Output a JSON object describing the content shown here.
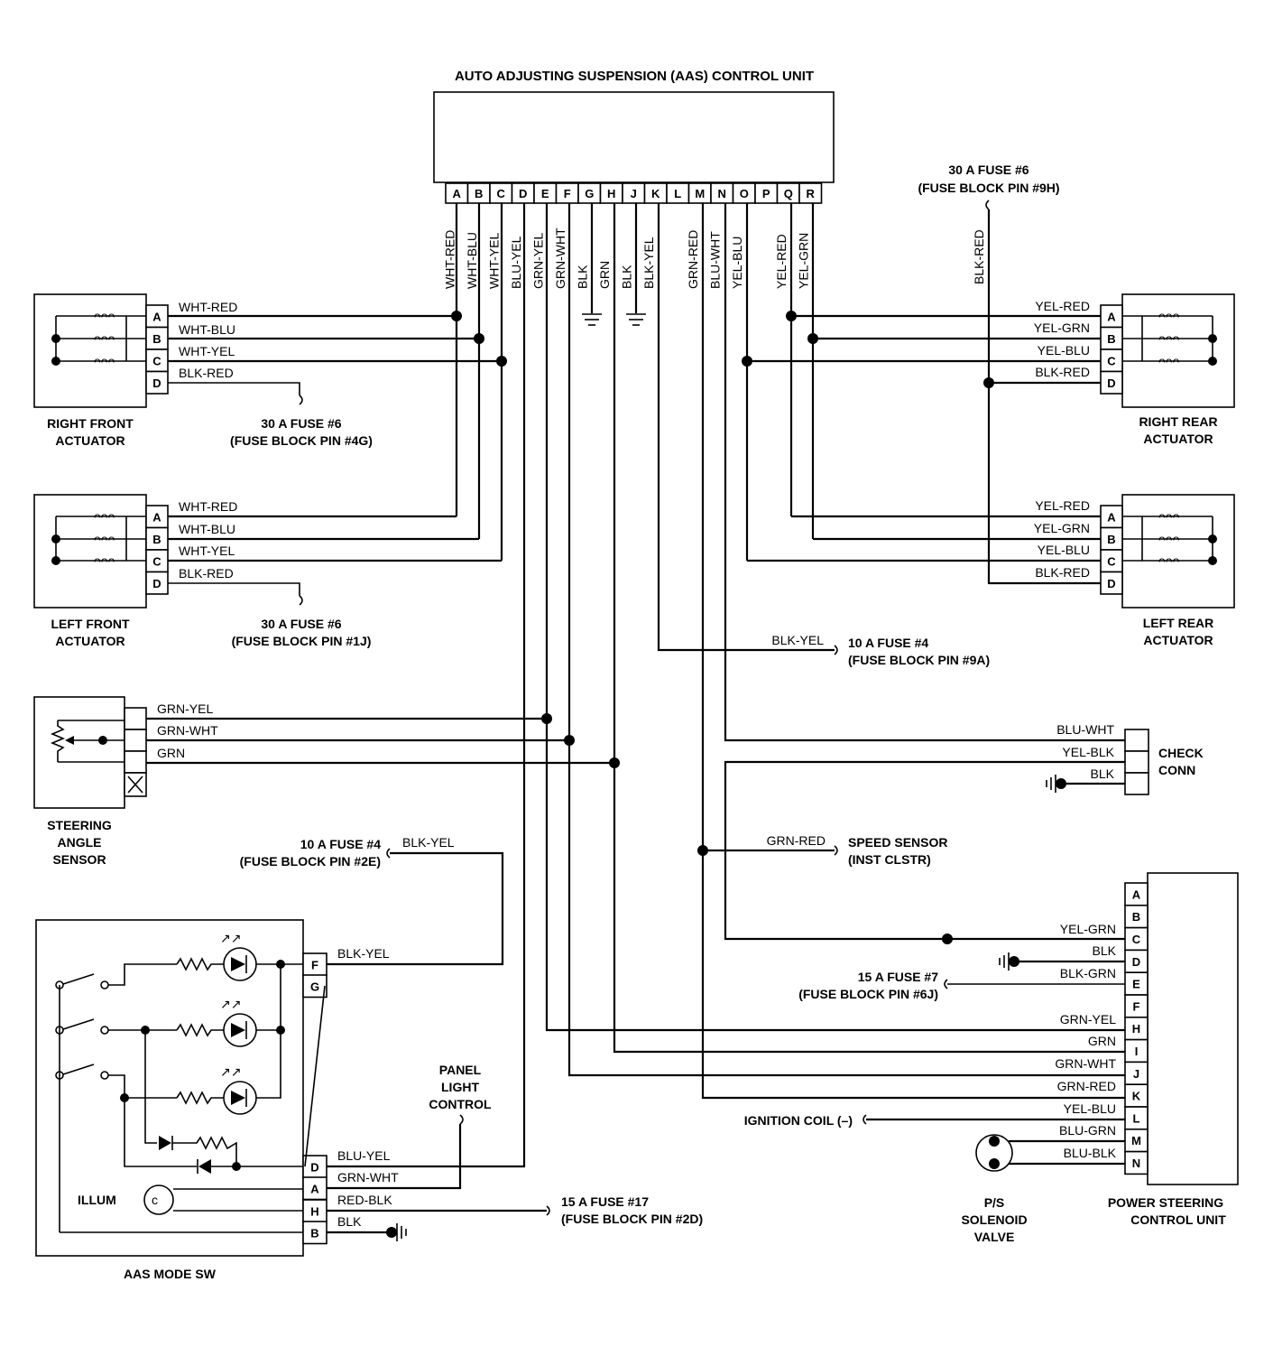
{
  "control_unit": {
    "title": "AUTO ADJUSTING SUSPENSION (AAS) CONTROL UNIT",
    "pins": [
      "A",
      "B",
      "C",
      "D",
      "E",
      "F",
      "G",
      "H",
      "J",
      "K",
      "L",
      "M",
      "N",
      "O",
      "P",
      "Q",
      "R"
    ],
    "wires": [
      {
        "pin": "A",
        "color": "WHT-RED"
      },
      {
        "pin": "B",
        "color": "WHT-BLU"
      },
      {
        "pin": "C",
        "color": "WHT-YEL"
      },
      {
        "pin": "D",
        "color": "BLU-YEL"
      },
      {
        "pin": "E",
        "color": "GRN-YEL"
      },
      {
        "pin": "F",
        "color": "GRN-WHT"
      },
      {
        "pin": "G",
        "color": "BLK"
      },
      {
        "pin": "H",
        "color": "GRN"
      },
      {
        "pin": "J",
        "color": "BLK"
      },
      {
        "pin": "K",
        "color": "BLK-YEL"
      },
      {
        "pin": "L",
        "color": ""
      },
      {
        "pin": "M",
        "color": "GRN-RED"
      },
      {
        "pin": "N",
        "color": "BLU-WHT"
      },
      {
        "pin": "O",
        "color": "YEL-BLU"
      },
      {
        "pin": "P",
        "color": ""
      },
      {
        "pin": "Q",
        "color": "YEL-RED"
      },
      {
        "pin": "R",
        "color": "YEL-GRN"
      }
    ]
  },
  "fuse_top_right": {
    "line1": "30 A FUSE #6",
    "line2": "(FUSE BLOCK PIN #9H)",
    "wire": "BLK-RED"
  },
  "right_front": {
    "name1": "RIGHT FRONT",
    "name2": "ACTUATOR",
    "pins": [
      "A",
      "B",
      "C",
      "D"
    ],
    "wires": [
      "WHT-RED",
      "WHT-BLU",
      "WHT-YEL",
      "BLK-RED"
    ],
    "fuse1": "30 A FUSE #6",
    "fuse2": "(FUSE BLOCK PIN #4G)"
  },
  "left_front": {
    "name1": "LEFT FRONT",
    "name2": "ACTUATOR",
    "pins": [
      "A",
      "B",
      "C",
      "D"
    ],
    "wires": [
      "WHT-RED",
      "WHT-BLU",
      "WHT-YEL",
      "BLK-RED"
    ],
    "fuse1": "30 A FUSE #6",
    "fuse2": "(FUSE BLOCK PIN #1J)"
  },
  "right_rear": {
    "name1": "RIGHT REAR",
    "name2": "ACTUATOR",
    "pins": [
      "A",
      "B",
      "C",
      "D"
    ],
    "wires": [
      "YEL-RED",
      "YEL-GRN",
      "YEL-BLU",
      "BLK-RED"
    ]
  },
  "left_rear": {
    "name1": "LEFT REAR",
    "name2": "ACTUATOR",
    "pins": [
      "A",
      "B",
      "C",
      "D"
    ],
    "wires": [
      "YEL-RED",
      "YEL-GRN",
      "YEL-BLU",
      "BLK-RED"
    ]
  },
  "fuse_k": {
    "wire": "BLK-YEL",
    "line1": "10 A FUSE #4",
    "line2": "(FUSE BLOCK PIN #9A)"
  },
  "steering_sensor": {
    "name1": "STEERING",
    "name2": "ANGLE",
    "name3": "SENSOR",
    "wires": [
      "GRN-YEL",
      "GRN-WHT",
      "GRN"
    ]
  },
  "check_conn": {
    "name1": "CHECK",
    "name2": "CONN",
    "wires": [
      "BLU-WHT",
      "YEL-BLK",
      "BLK"
    ]
  },
  "fuse_mode": {
    "line1": "10 A FUSE #4",
    "line2": "(FUSE BLOCK PIN #2E)",
    "wire": "BLK-YEL"
  },
  "speed_sensor": {
    "wire": "GRN-RED",
    "line1": "SPEED SENSOR",
    "line2": "(INST CLSTR)"
  },
  "ps_unit": {
    "name1": "POWER STEERING",
    "name2": "CONTROL UNIT",
    "pins": [
      "A",
      "B",
      "C",
      "D",
      "E",
      "F",
      "H",
      "I",
      "J",
      "K",
      "L",
      "M",
      "N"
    ],
    "wires": [
      "YEL-GRN",
      "BLK",
      "BLK-GRN",
      "GRN-YEL",
      "GRN",
      "GRN-WHT",
      "GRN-RED",
      "YEL-BLU",
      "BLU-GRN",
      "BLU-BLK"
    ],
    "fuse1": "15 A FUSE #7",
    "fuse2": "(FUSE BLOCK PIN #6J)",
    "ignition": "IGNITION COIL (–)"
  },
  "solenoid": {
    "name1": "P/S",
    "name2": "SOLENOID",
    "name3": "VALVE"
  },
  "mode_sw": {
    "name": "AAS MODE SW",
    "pins": [
      "F",
      "G",
      "D",
      "A",
      "H",
      "B"
    ],
    "wires": [
      "BLK-YEL",
      "BLU-YEL",
      "GRN-WHT",
      "RED-BLK",
      "BLK"
    ],
    "illum": "ILLUM",
    "panel1": "PANEL",
    "panel2": "LIGHT",
    "panel3": "CONTROL",
    "fuse1": "15 A FUSE #17",
    "fuse2": "(FUSE BLOCK PIN #2D)"
  }
}
